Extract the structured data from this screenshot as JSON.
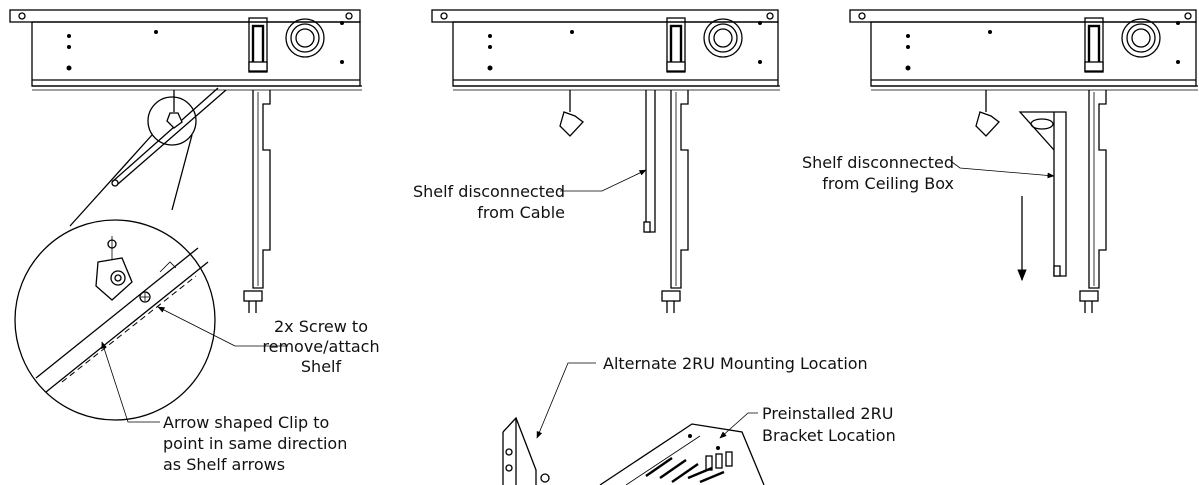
{
  "labels": {
    "screw": [
      "2x Screw to",
      "remove/attach",
      "Shelf"
    ],
    "clip": [
      "Arrow shaped Clip to",
      "point in same direction",
      "as Shelf arrows"
    ],
    "cable": [
      "Shelf disconnected",
      "from Cable"
    ],
    "ceiling": [
      "Shelf disconnected",
      "from Ceiling Box"
    ],
    "alternate": [
      "Alternate 2RU Mounting Location"
    ],
    "preinstalled": [
      "Preinstalled 2RU",
      "Bracket Location"
    ]
  }
}
